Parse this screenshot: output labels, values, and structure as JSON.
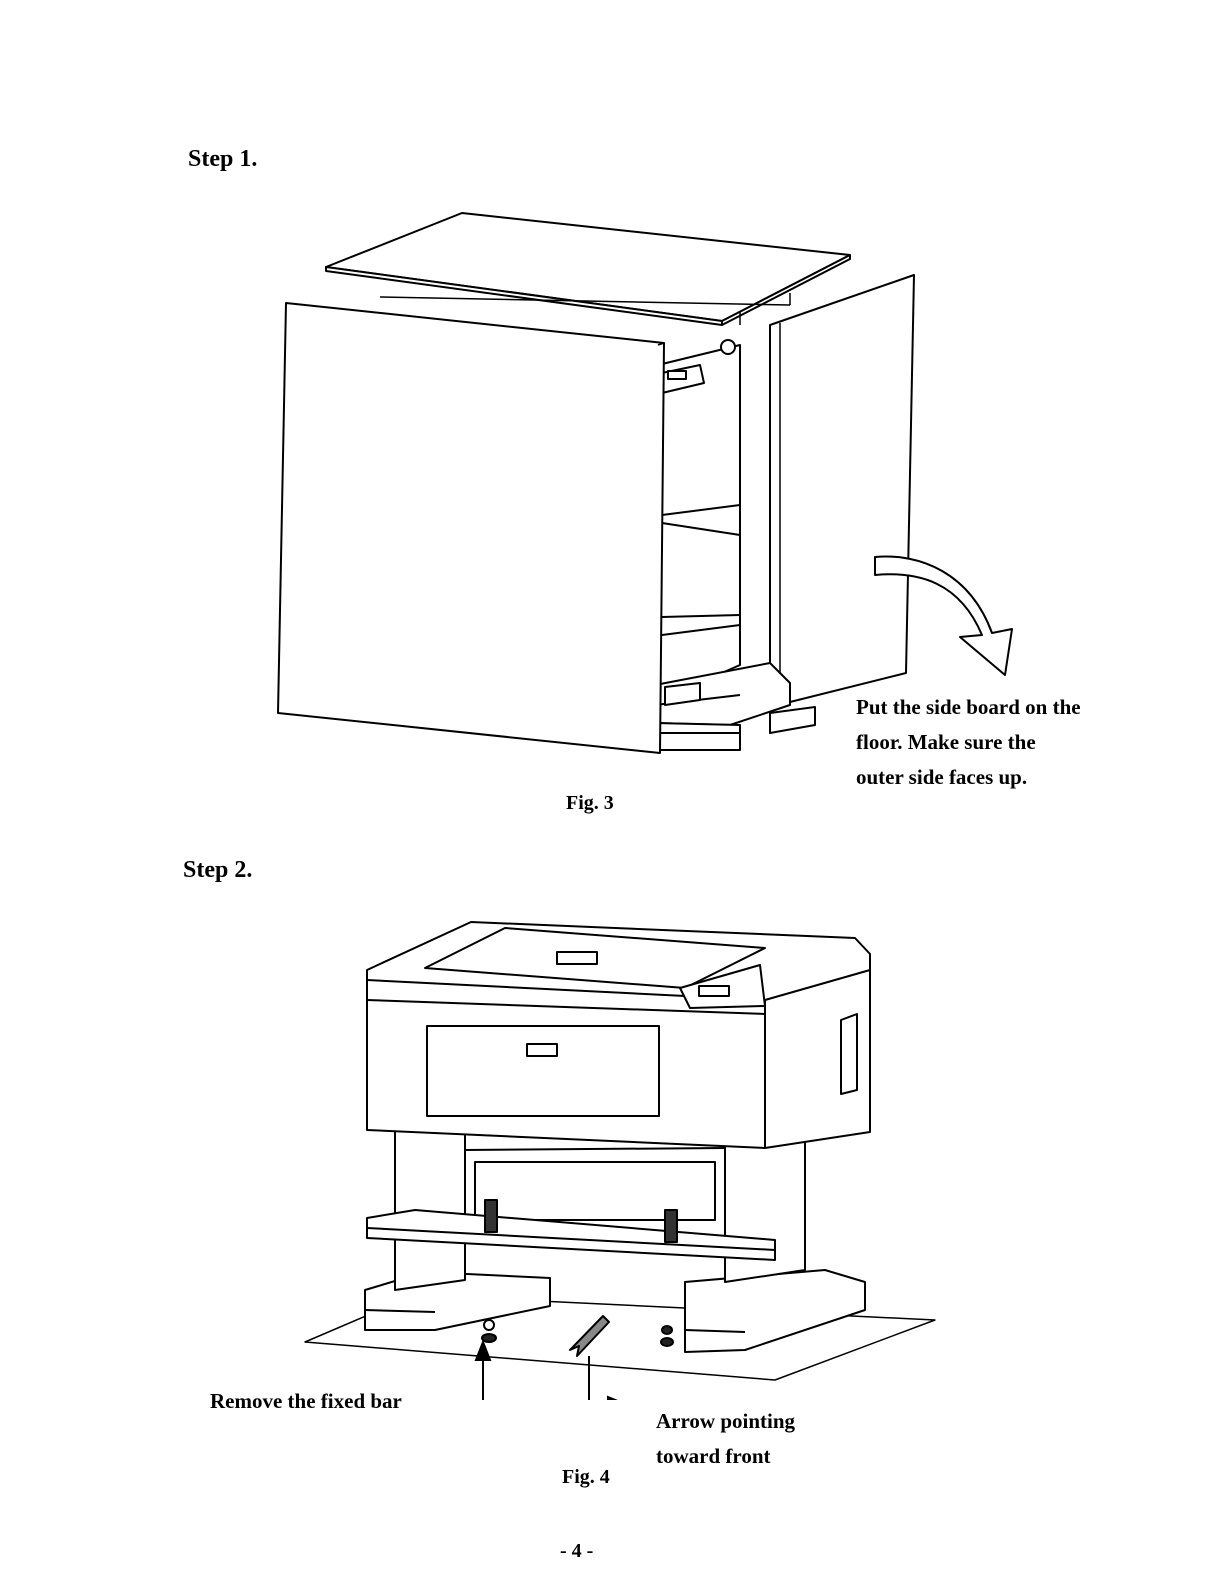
{
  "step1": {
    "heading": "Step 1.",
    "figure_caption": "Fig. 3",
    "note_lines": [
      "Put the side board on the",
      "floor. Make sure the",
      "outer side faces up."
    ]
  },
  "step2": {
    "heading": "Step 2.",
    "figure_caption": "Fig. 4",
    "label_remove_bar": "Remove the fixed bar",
    "label_arrow_lines": [
      "Arrow pointing",
      "toward front"
    ]
  },
  "page_number": "- 4 -"
}
